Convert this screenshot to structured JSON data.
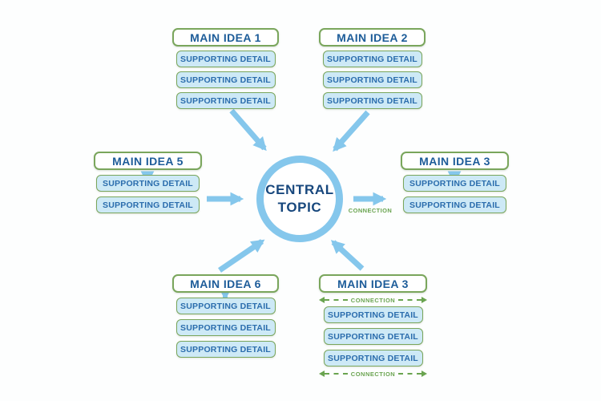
{
  "central_topic": {
    "line1": "CENTRAL",
    "line2": "TOPIC"
  },
  "labels": {
    "center_right_connection": "CONNECTION"
  },
  "groups": {
    "top_left": {
      "title": "MAIN IDEA 1",
      "details": [
        "SUPPORTING DETAIL",
        "SUPPORTING DETAIL",
        "SUPPORTING DETAIL"
      ]
    },
    "top_right": {
      "title": "MAIN IDEA 2",
      "details": [
        "SUPPORTING DETAIL",
        "SUPPORTING DETAIL",
        "SUPPORTING DETAIL"
      ]
    },
    "left": {
      "title": "MAIN IDEA 5",
      "details": [
        "SUPPORTING DETAIL",
        "SUPPORTING DETAIL"
      ]
    },
    "right": {
      "title": "MAIN IDEA 3",
      "details": [
        "SUPPORTING DETAIL",
        "SUPPORTING DETAIL"
      ]
    },
    "bottom_left": {
      "title": "MAIN IDEA 6",
      "details": [
        "SUPPORTING DETAIL",
        "SUPPORTING DETAIL",
        "SUPPORTING DETAIL"
      ]
    },
    "bottom_right": {
      "title": "MAIN IDEA 3",
      "connection_top": "CONNECTION",
      "details": [
        "SUPPORTING DETAIL",
        "SUPPORTING DETAIL",
        "SUPPORTING DETAIL"
      ],
      "connection_bottom": "CONNECTION"
    }
  },
  "colors": {
    "arrow_blue": "#85c7ec",
    "circle_ring": "#85c7ec",
    "central_text": "#17477d",
    "idea_title_text": "#1d5c99",
    "detail_text": "#2b6dad",
    "detail_fill": "#cde9f6",
    "box_border_green": "#7aa65c",
    "connection_green": "#6aa450",
    "background": "#fdfefe"
  }
}
